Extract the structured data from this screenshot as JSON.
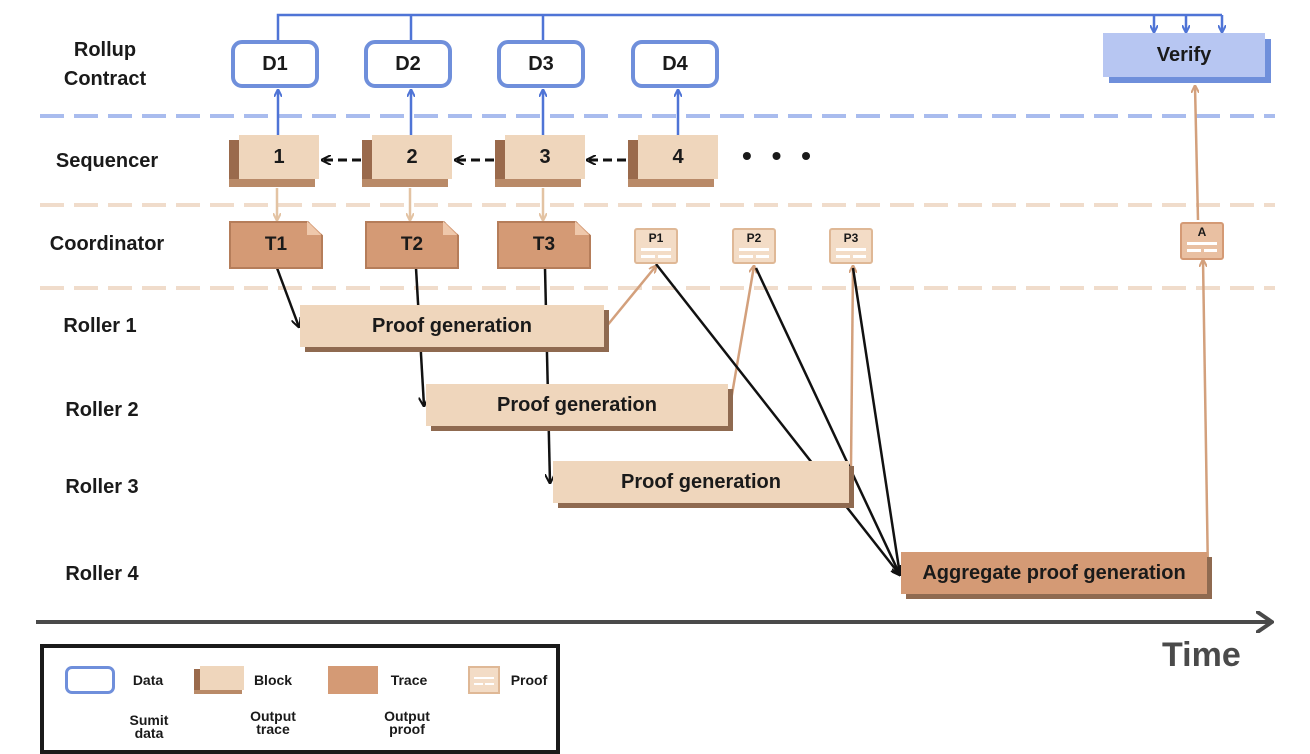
{
  "lanes": {
    "rollup": "Rollup\nContract",
    "sequencer": "Sequencer",
    "coordinator": "Coordinator",
    "roller1": "Roller 1",
    "roller2": "Roller 2",
    "roller3": "Roller 3",
    "roller4": "Roller 4"
  },
  "data_boxes": [
    "D1",
    "D2",
    "D3",
    "D4"
  ],
  "verify": "Verify",
  "blocks": [
    "1",
    "2",
    "3",
    "4"
  ],
  "ellipsis": "• • •",
  "traces": [
    "T1",
    "T2",
    "T3"
  ],
  "proofs": [
    "P1",
    "P2",
    "P3"
  ],
  "aggregate_proof": "A",
  "tasks": {
    "roller1": "Proof generation",
    "roller2": "Proof generation",
    "roller3": "Proof generation",
    "roller4": "Aggregate proof generation"
  },
  "time_label": "Time",
  "legend": {
    "data": "Data",
    "block": "Block",
    "trace": "Trace",
    "proof": "Proof",
    "submit": "Sumit\ndata",
    "output_trace": "Output\ntrace",
    "output_proof": "Output\nproof"
  },
  "colors": {
    "data_blue": "#6f8fdb",
    "block_beige": "#efd6bc",
    "trace_brown": "#d49a75",
    "trace_arrow": "#e3c3a3",
    "proof_arrow": "#d3a07c"
  }
}
